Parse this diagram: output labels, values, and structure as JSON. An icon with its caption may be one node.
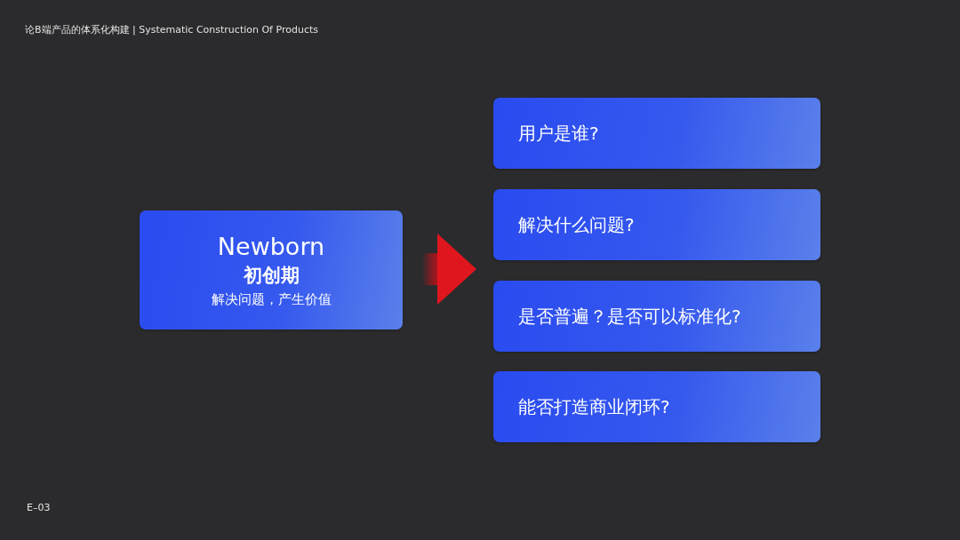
{
  "diagram": {
    "title": "论B端产品的体系化构建 | Systematic Construction Of Products",
    "nodes": [
      {
        "text": [
          "Newborn",
          "初创期",
          "解决问题，产生价值"
        ]
      },
      {
        "text": [
          "用户是谁?"
        ]
      },
      {
        "text": [
          "解决什么问题?"
        ]
      },
      {
        "text": [
          "是否普遍？是否可以标准化?"
        ]
      },
      {
        "text": [
          "能否打造商业闭环?"
        ]
      }
    ],
    "labels": [
      "E–03"
    ]
  }
}
